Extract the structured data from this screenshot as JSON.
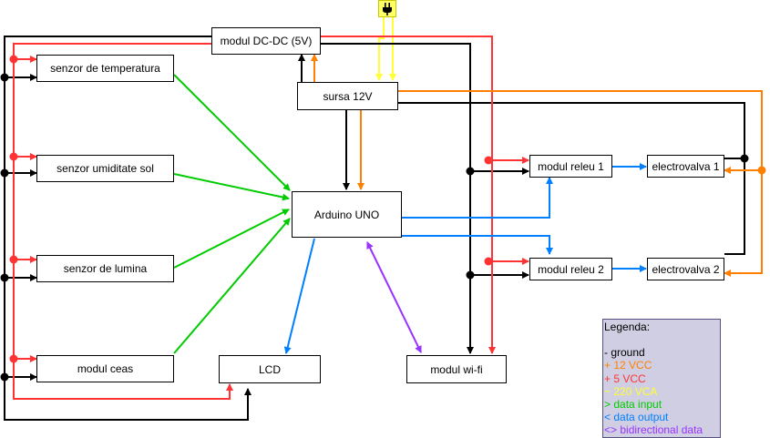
{
  "components": {
    "dcdc": "modul DC-DC (5V)",
    "temp": "senzor de temperatura",
    "soil": "senzor umiditate sol",
    "light": "senzor de lumina",
    "clock": "modul ceas",
    "psu": "sursa 12V",
    "arduino": "Arduino UNO",
    "lcd": "LCD",
    "wifi": "modul wi-fi",
    "relay1": "modul releu 1",
    "relay2": "modul releu 2",
    "valve1": "electrovalva 1",
    "valve2": "electrovalva 2"
  },
  "legend": {
    "title": "Legenda:",
    "items": [
      {
        "label": "- ground",
        "color": "#000000"
      },
      {
        "label": "+ 12 VCC",
        "color": "#ff8000"
      },
      {
        "label": "+ 5 VCC",
        "color": "#ff3333"
      },
      {
        "label": "~ 220 VCA",
        "color": "#ffff33"
      },
      {
        "label": "> data input",
        "color": "#00cc00"
      },
      {
        "label": "< data output",
        "color": "#007fff"
      },
      {
        "label": "<> bidirectional data",
        "color": "#9933ff"
      }
    ]
  },
  "colors": {
    "ground": "#000000",
    "vcc12": "#ff8000",
    "vcc5": "#ff3333",
    "vca220": "#ffff33",
    "data_input": "#00cc00",
    "data_output": "#007fff",
    "bidirectional": "#9933ff"
  },
  "icons": {
    "mains": "power-plug-icon"
  }
}
